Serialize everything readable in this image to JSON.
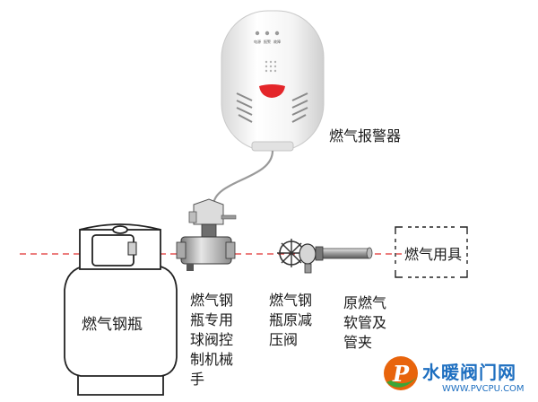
{
  "labels": {
    "alarm": "燃气报警器",
    "appliance": "燃气用具",
    "cylinder": "燃气钢瓶",
    "valve_lines": [
      "燃气钢",
      "瓶专用",
      "球阀控",
      "制机械",
      "手"
    ],
    "regulator_lines": [
      "燃气钢",
      "瓶原减",
      "压阀"
    ],
    "hose_lines": [
      "原燃气",
      "软管及",
      "管夹"
    ]
  },
  "alarm_panel": {
    "indicator_labels": [
      "电源",
      "报警",
      "故障"
    ]
  },
  "watermark": {
    "logo_letter": "P",
    "site_name": "水暖阀门网",
    "url": "WWW.PVCPU.COM"
  },
  "colors": {
    "dashed_line": "#e03030",
    "outline": "#222222",
    "alarm_red": "#e4262a",
    "watermark_orange": "#e8640c",
    "watermark_green": "#3aa637",
    "watermark_blue": "#1e6fc0"
  }
}
